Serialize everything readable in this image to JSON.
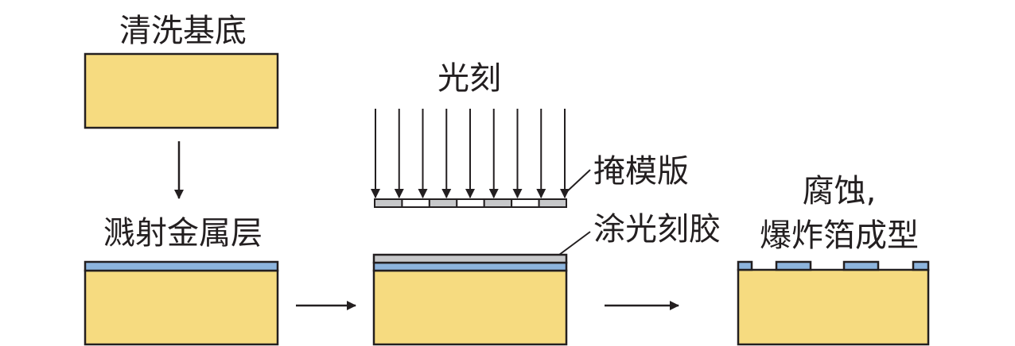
{
  "labels": {
    "clean_substrate": "清洗基底",
    "sputter_metal": "溅射金属层",
    "photolithography": "光刻",
    "mask": "掩模版",
    "coat_photoresist": "涂光刻胶",
    "etch_line1": "腐蚀,",
    "etch_line2": "爆炸箔成型"
  },
  "colors": {
    "substrate": "#f6db80",
    "metal": "#8db4dd",
    "photoresist": "#c7c8ca",
    "mask_opaque": "#c7c8ca",
    "mask_clear": "#ffffff",
    "outline": "#231f20"
  },
  "light_ray_count": 9,
  "mask_segments": [
    "opaque",
    "clear",
    "opaque",
    "clear",
    "opaque",
    "clear",
    "opaque"
  ],
  "bridge_pad_count": 4
}
